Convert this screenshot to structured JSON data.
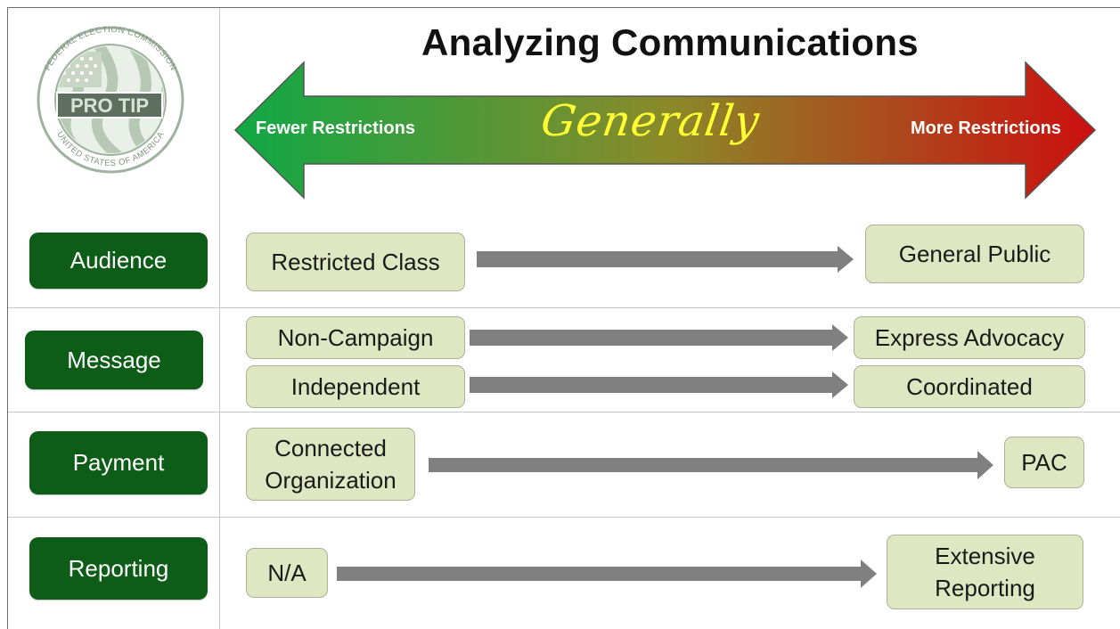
{
  "header": {
    "title": "Analyzing Communications",
    "left_label": "Fewer Restrictions",
    "center_label": "Generally",
    "right_label": "More Restrictions",
    "gradient_colors": [
      "#10a845",
      "#8a8a2a",
      "#cc0f0f"
    ]
  },
  "seal": {
    "badge_text": "PRO TIP",
    "ring_top_text": "FEDERAL ELECTION COMMISSION",
    "ring_bottom_text": "UNITED STATES OF AMERICA",
    "icon": "fec-seal-icon"
  },
  "rows": [
    {
      "category": "Audience",
      "flows": [
        {
          "from": "Restricted Class",
          "to": "General Public"
        }
      ]
    },
    {
      "category": "Message",
      "flows": [
        {
          "from": "Non-Campaign",
          "to": "Express Advocacy"
        },
        {
          "from": "Independent",
          "to": "Coordinated"
        }
      ]
    },
    {
      "category": "Payment",
      "flows": [
        {
          "from": "Connected Organization",
          "to": "PAC"
        }
      ]
    },
    {
      "category": "Reporting",
      "flows": [
        {
          "from": "N/A",
          "to": "Extensive Reporting"
        }
      ]
    }
  ],
  "colors": {
    "category_bg": "#0d5c17",
    "box_bg": "#dfe6c2",
    "flow_arrow": "#808080"
  }
}
